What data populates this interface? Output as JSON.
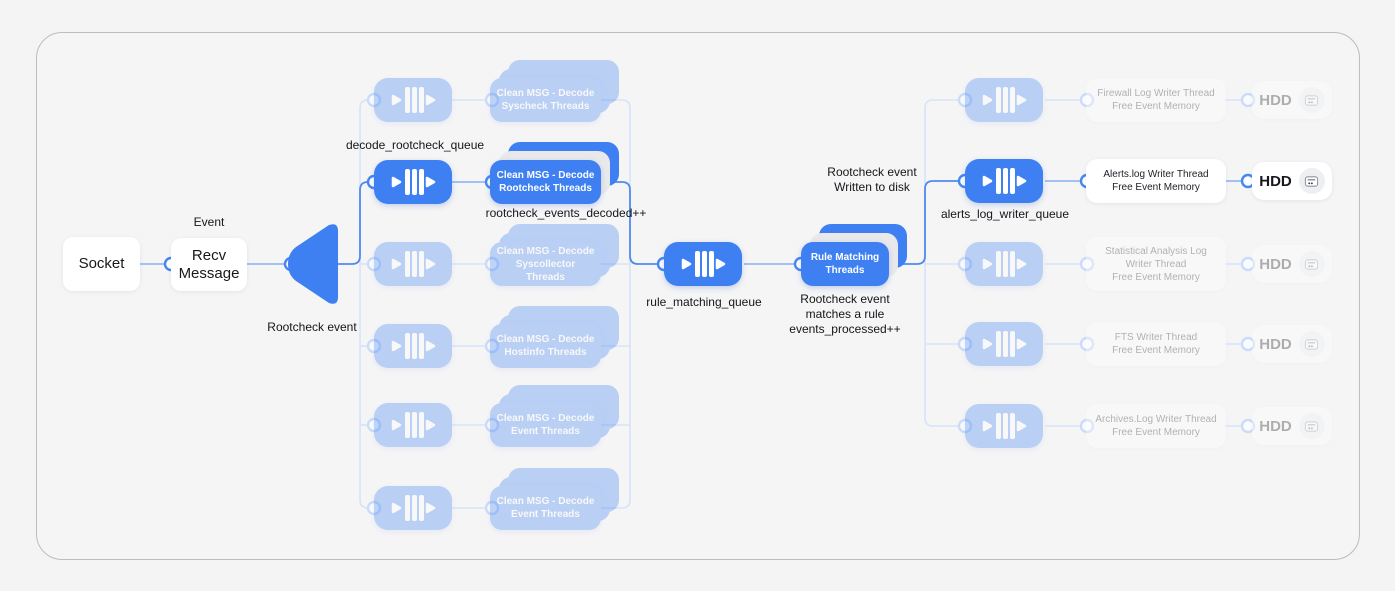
{
  "diagram": {
    "colors": {
      "accent": "#3e80f2",
      "line_active": "#8ab0f4",
      "line_branch": "#4f8af0",
      "line_faded": "#d7e3fa"
    },
    "source": {
      "label": "Socket"
    },
    "recv": {
      "above_label": "Event",
      "label": "Recv Message"
    },
    "funnel": {
      "below_label": "Rootcheck event"
    },
    "decode": {
      "queue_label": "decode_rootcheck_queue",
      "counter_label": "rootcheck_events_decoded++",
      "threads": [
        {
          "label": "Clean MSG - Decode Syscheck Threads"
        },
        {
          "label": "Clean MSG - Decode Rootcheck Threads"
        },
        {
          "label": "Clean MSG - Decode Syscollector Threads"
        },
        {
          "label": "Clean MSG - Decode Hostinfo Threads"
        },
        {
          "label": "Clean MSG - Decode Event Threads"
        },
        {
          "label": "Clean MSG - Decode Event Threads"
        }
      ]
    },
    "rule": {
      "queue_label": "rule_matching_queue",
      "threads_label": "Rule Matching Threads",
      "note": "Rootcheck event matches a rule events_processed++"
    },
    "disk_note": "Rootcheck event Written to disk",
    "writer_queue_label": "alerts_log_writer_queue",
    "writers": [
      {
        "thread": "Firewall Log Writer Thread",
        "memory": "Free Event Memory",
        "hdd": "HDD"
      },
      {
        "thread": "Alerts.log Writer Thread",
        "memory": "Free Event Memory",
        "hdd": "HDD"
      },
      {
        "thread": "Statistical Analysis Log Writer Thread",
        "memory": "Free Event Memory",
        "hdd": "HDD"
      },
      {
        "thread": "FTS Writer Thread",
        "memory": "Free Event Memory",
        "hdd": "HDD"
      },
      {
        "thread": "Archives.Log Writer Thread",
        "memory": "Free Event Memory",
        "hdd": "HDD"
      }
    ]
  }
}
